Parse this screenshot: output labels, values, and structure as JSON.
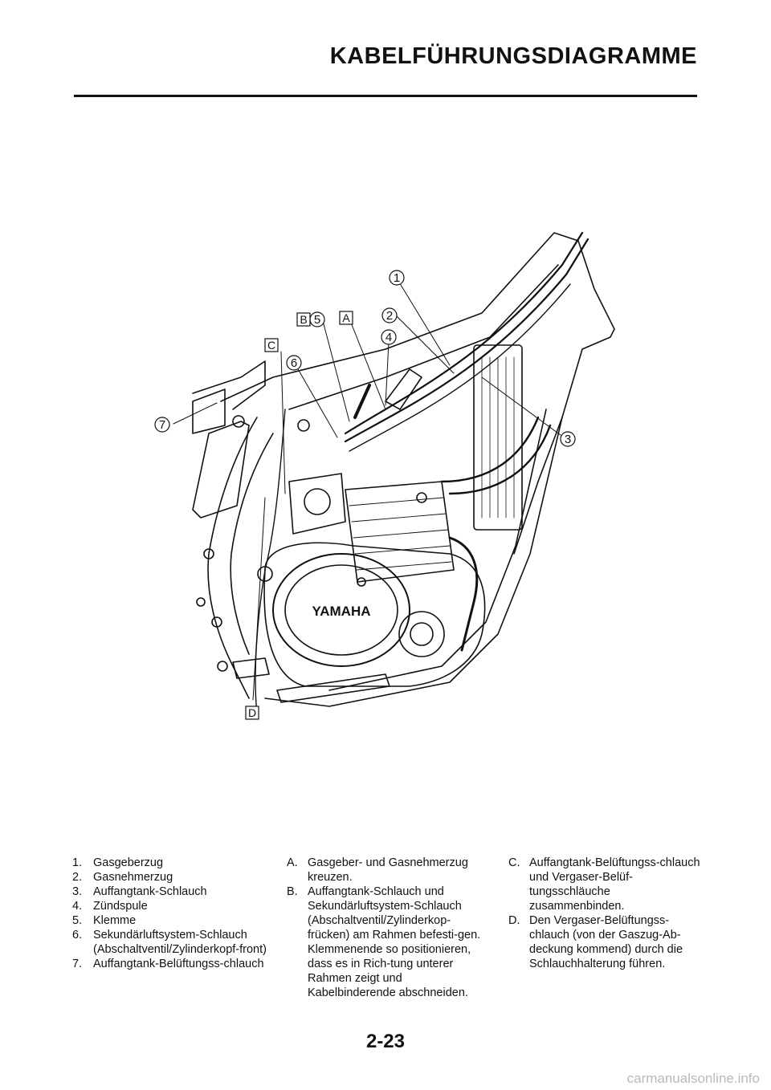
{
  "header": {
    "title": "KABELFÜHRUNGSDIAGRAMME"
  },
  "figure": {
    "callouts": [
      "1",
      "2",
      "3",
      "4",
      "5",
      "6",
      "7"
    ],
    "letters": [
      "A",
      "B",
      "C",
      "D"
    ],
    "engine_cover_text": "YAMAHA"
  },
  "legend_numbers": [
    {
      "num": "1.",
      "text": "Gasgeberzug"
    },
    {
      "num": "2.",
      "text": "Gasnehmerzug"
    },
    {
      "num": "3.",
      "text": "Auffangtank-Schlauch"
    },
    {
      "num": "4.",
      "text": "Zündspule"
    },
    {
      "num": "5.",
      "text": "Klemme"
    },
    {
      "num": "6.",
      "text": "Sekundärluftsystem-Schlauch (Abschaltventil/Zylinderkopf-front)"
    },
    {
      "num": "7.",
      "text": "Auffangtank-Belüftungss-chlauch"
    }
  ],
  "legend_letters_ab": [
    {
      "num": "A.",
      "text": "Gasgeber- und Gasnehmerzug kreuzen."
    },
    {
      "num": "B.",
      "text": "Auffangtank-Schlauch und Sekundärluftsystem-Schlauch (Abschaltventil/Zylinderkop-frücken) am Rahmen befesti-gen. Klemmenende so positionieren, dass es in Rich-tung unterer Rahmen zeigt und Kabelbinderende abschneiden."
    }
  ],
  "legend_letters_cd": [
    {
      "num": "C.",
      "text": "Auffangtank-Belüftungss-chlauch und Vergaser-Belüf-tungsschläuche zusammenbinden."
    },
    {
      "num": "D.",
      "text": "Den Vergaser-Belüftungss-chlauch (von der Gaszug-Ab-deckung kommend) durch die Schlauchhalterung führen."
    }
  ],
  "footer": {
    "page_number": "2-23",
    "watermark": "carmanualsonline.info"
  }
}
